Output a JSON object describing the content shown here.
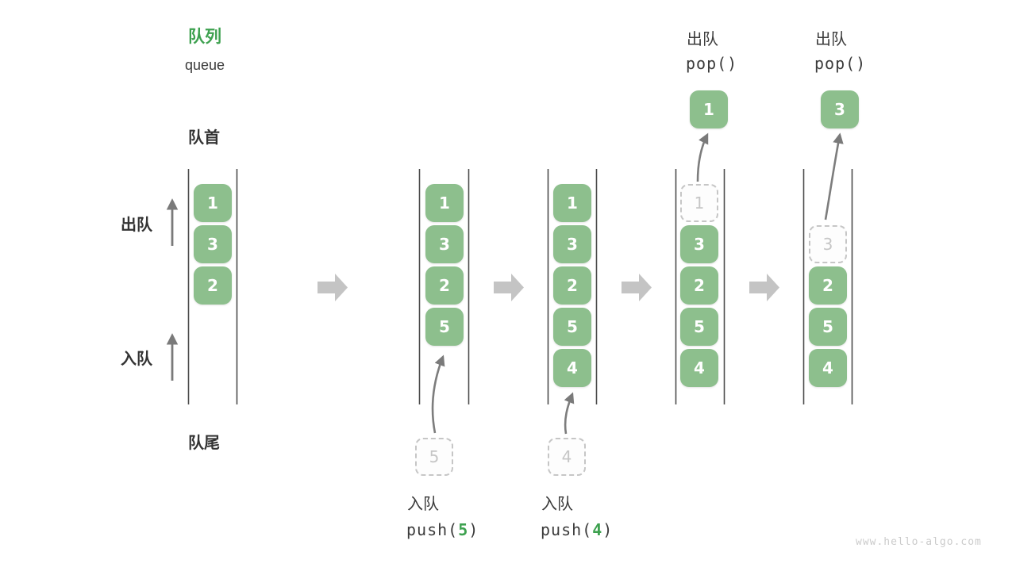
{
  "title": {
    "zh": "队列",
    "en": "queue"
  },
  "side_labels": {
    "front": "队首",
    "rear": "队尾",
    "dequeue": "出队",
    "enqueue": "入队"
  },
  "ops": {
    "push5": {
      "label": "入队",
      "code_open": "push(",
      "arg": "5",
      "code_close": ")"
    },
    "push4": {
      "label": "入队",
      "code_open": "push(",
      "arg": "4",
      "code_close": ")"
    },
    "pop1": {
      "label": "出队",
      "code": "pop()"
    },
    "pop2": {
      "label": "出队",
      "code": "pop()"
    }
  },
  "states": {
    "s1": {
      "items": [
        "1",
        "3",
        "2"
      ]
    },
    "s2": {
      "items": [
        "1",
        "3",
        "2",
        "5"
      ],
      "staged": "5"
    },
    "s3": {
      "items": [
        "1",
        "3",
        "2",
        "5",
        "4"
      ],
      "staged": "4"
    },
    "s4": {
      "ghost": "1",
      "items": [
        "3",
        "2",
        "5",
        "4"
      ],
      "popped": "1"
    },
    "s5": {
      "ghost": "3",
      "items": [
        "2",
        "5",
        "4"
      ],
      "popped": "3"
    }
  },
  "watermark": "www.hello-algo.com",
  "colors": {
    "box_green": "#8dbf8d",
    "accent_green": "#3da14f",
    "label_dark": "#3b3b3b",
    "thin_arrow_gray": "#7a7a7a",
    "step_arrow_gray": "#c4c4c4",
    "ghost_gray": "#c6c6c6",
    "wall_gray": "#4c4c4c",
    "watermark_gray": "#cbcbcb"
  }
}
